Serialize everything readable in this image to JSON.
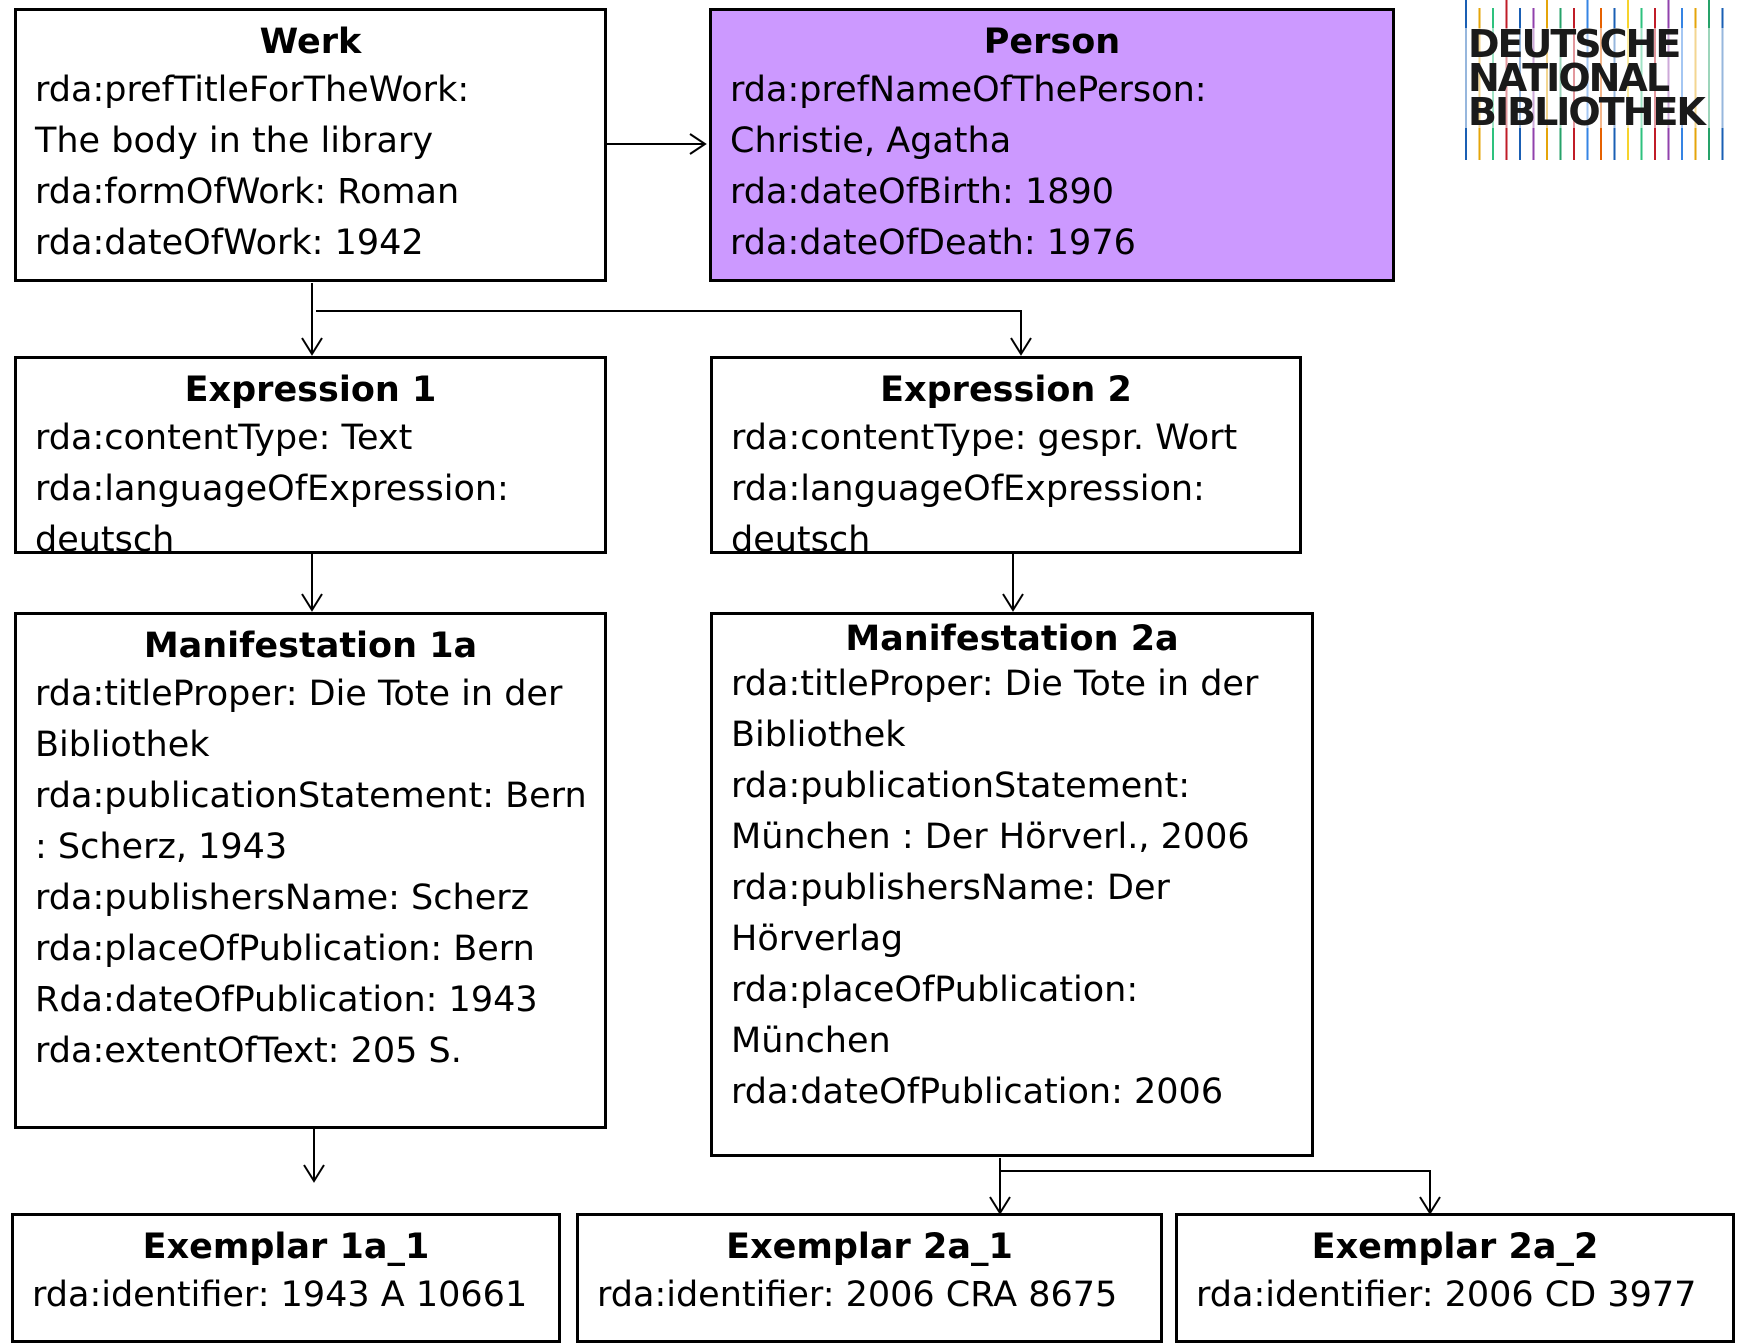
{
  "logo": {
    "lines": [
      "DEUTSCHE",
      "NATIONAL",
      "BIBLIOTHEK"
    ],
    "stripe_colors": [
      "#1a5fb4",
      "#e5a50a",
      "#2ec27e",
      "#c01c28",
      "#1a5fb4",
      "#9141ac",
      "#e5a50a",
      "#26a269",
      "#c01c28",
      "#3584e4",
      "#e66100",
      "#1a5fb4",
      "#f6d32d",
      "#2ec27e",
      "#c01c28",
      "#9141ac",
      "#3584e4",
      "#e5a50a",
      "#26a269",
      "#1a5fb4"
    ]
  },
  "colors": {
    "person_fill": "#cc99ff",
    "border": "#000000"
  },
  "werk": {
    "title": "Werk",
    "lines": [
      "rda:prefTitleForTheWork:",
      "The body in the library",
      "rda:formOfWork: Roman",
      "rda:dateOfWork: 1942"
    ]
  },
  "person": {
    "title": "Person",
    "lines": [
      "rda:prefNameOfThePerson:",
      "Christie, Agatha",
      "rda:dateOfBirth: 1890",
      "rda:dateOfDeath: 1976"
    ]
  },
  "expression1": {
    "title": "Expression 1",
    "lines": [
      "rda:contentType: Text",
      "rda:languageOfExpression:",
      "deutsch"
    ]
  },
  "expression2": {
    "title": "Expression 2",
    "lines": [
      "rda:contentType: gespr. Wort",
      "rda:languageOfExpression:",
      "deutsch"
    ]
  },
  "manifestation1a": {
    "title": "Manifestation 1a",
    "lines": [
      "rda:titleProper: Die Tote in der",
      "Bibliothek",
      "rda:publicationStatement: Bern",
      ": Scherz, 1943",
      "rda:publishersName: Scherz",
      "rda:placeOfPublication: Bern",
      "Rda:dateOfPublication: 1943",
      "rda:extentOfText: 205 S."
    ]
  },
  "manifestation2a": {
    "title": "Manifestation 2a",
    "lines": [
      "rda:titleProper: Die Tote in der",
      "Bibliothek",
      "rda:publicationStatement:",
      "München : Der Hörverl., 2006",
      "rda:publishersName: Der",
      "Hörverlag",
      "rda:placeOfPublication:",
      "München",
      "rda:dateOfPublication: 2006"
    ]
  },
  "exemplar1a1": {
    "title": "Exemplar 1a_1",
    "lines": [
      "rda:identifier: 1943 A 10661"
    ]
  },
  "exemplar2a1": {
    "title": "Exemplar 2a_1",
    "lines": [
      "rda:identifier: 2006 CRA 8675"
    ]
  },
  "exemplar2a2": {
    "title": "Exemplar 2a_2",
    "lines": [
      "rda:identifier: 2006 CD 3977"
    ]
  }
}
